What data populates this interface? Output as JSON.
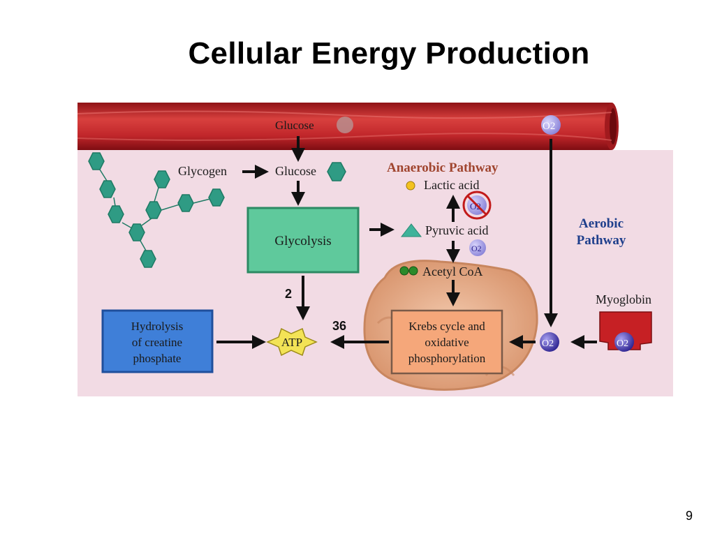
{
  "slide": {
    "title": "Cellular Energy Production",
    "page_number": "9"
  },
  "diagram": {
    "blood_vessel": {
      "glucose": "Glucose",
      "oxygen": "O2"
    },
    "glycogen": "Glycogen",
    "glucose": "Glucose",
    "glycolysis": "Glycolysis",
    "anaerobic_pathway": "Anaerobic Pathway",
    "lactic_acid": "Lactic acid",
    "pyruvic_acid": "Pyruvic acid",
    "acetyl_coa": "Acetyl CoA",
    "aerobic_pathway": [
      "Aerobic",
      "Pathway"
    ],
    "myoglobin": "Myoglobin",
    "krebs_box": [
      "Krebs cycle and",
      "oxidative",
      "phosphorylation"
    ],
    "hydrolysis_box": [
      "Hydrolysis",
      "of creatine",
      "phosphate"
    ],
    "atp": "ATP",
    "atp_from_glycolysis": "2",
    "atp_from_krebs": "36",
    "o2_markers": [
      "O2",
      "O2",
      "O2",
      "O2"
    ],
    "colors": {
      "vessel": "#c0262a",
      "background": "#f2dbe4",
      "glycolysis_box": "#5fc99c",
      "hydrolysis_box": "#3f7fd8",
      "krebs_box": "#f5a77a",
      "mitochondrion": "#e9b492",
      "glucose_hex": "#2f9b84",
      "anaerobic_title": "#a0452f",
      "aerobic_title": "#1f3f8c",
      "o2_circle": "#4a3fb3",
      "myoglobin": "#c62024"
    }
  }
}
